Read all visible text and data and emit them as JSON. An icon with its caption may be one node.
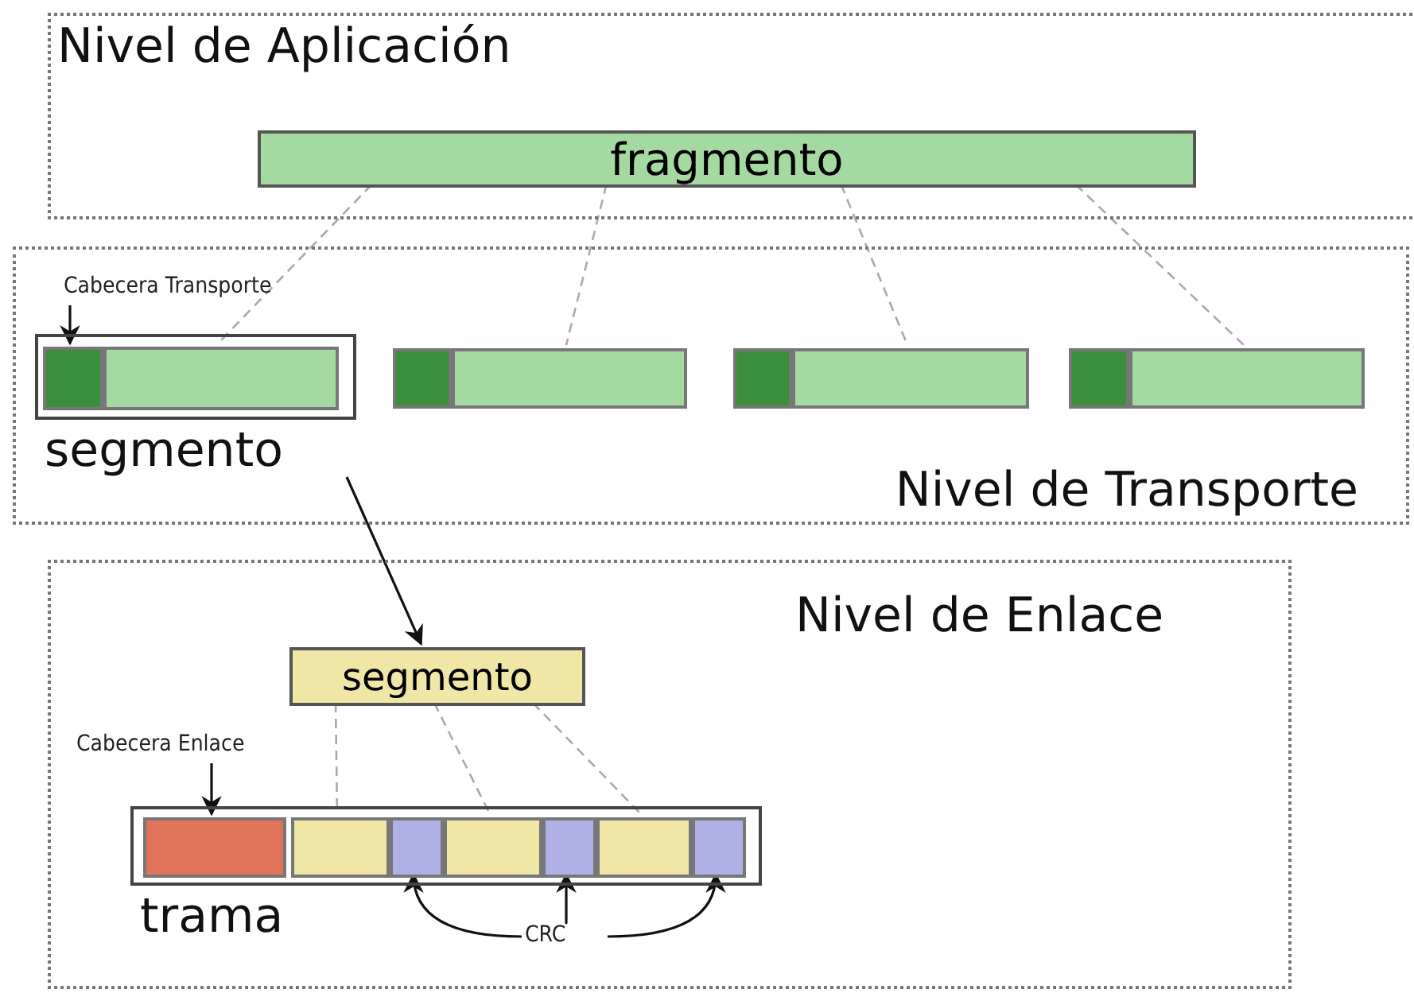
{
  "diagram": {
    "nodes": [
      {
        "text": [
          "Nivel de Aplicación"
        ]
      },
      {
        "text": [
          "fragmento"
        ],
        "in": 0
      },
      {
        "text": [
          "Nivel de Transporte"
        ]
      },
      {
        "text": [
          "Cabecera Transporte"
        ],
        "in": 2
      },
      {
        "text": [
          "segmento"
        ],
        "in": 2
      },
      {
        "text": [],
        "shape": "box",
        "in": 4
      },
      {
        "text": [],
        "shape": "box",
        "in": 4
      },
      {
        "text": [],
        "shape": "box",
        "in": 2
      },
      {
        "text": [],
        "shape": "box",
        "in": 2
      },
      {
        "text": [],
        "shape": "box",
        "in": 2
      },
      {
        "text": [],
        "shape": "box",
        "in": 2
      },
      {
        "text": [],
        "shape": "box",
        "in": 2
      },
      {
        "text": [],
        "shape": "box",
        "in": 2
      },
      {
        "text": [
          "Nivel de Enlace"
        ]
      },
      {
        "text": [
          "segmento"
        ],
        "in": 13
      },
      {
        "text": [
          "Cabecera Enlace"
        ],
        "in": 13
      },
      {
        "text": [
          "trama"
        ],
        "in": 13
      },
      {
        "text": [],
        "shape": "box",
        "in": 16
      },
      {
        "text": [],
        "shape": "box",
        "in": 16
      },
      {
        "text": [],
        "shape": "box",
        "in": 16
      },
      {
        "text": [],
        "shape": "box",
        "in": 16
      },
      {
        "text": [],
        "shape": "box",
        "in": 16
      },
      {
        "text": [],
        "shape": "box",
        "in": 16
      },
      {
        "text": [],
        "shape": "box",
        "in": 16
      },
      {
        "text": [
          "CRC"
        ],
        "in": 13
      }
    ],
    "edges": [
      {
        "from": 1,
        "to": 6,
        "arrow": "none",
        "style": "dashed",
        "color": "#aaaaaa"
      },
      {
        "from": 1,
        "to": 8,
        "arrow": "none",
        "style": "dashed",
        "color": "#aaaaaa"
      },
      {
        "from": 1,
        "to": 10,
        "arrow": "none",
        "style": "dashed",
        "color": "#aaaaaa"
      },
      {
        "from": 1,
        "to": 12,
        "arrow": "none",
        "style": "dashed",
        "color": "#aaaaaa"
      },
      {
        "from": 3,
        "to": 5,
        "arrow": "to",
        "color": "#111111"
      },
      {
        "from": 4,
        "to": 14,
        "arrow": "to",
        "color": "#111111"
      },
      {
        "from": 14,
        "to": 18,
        "arrow": "none",
        "style": "dashed",
        "color": "#aaaaaa"
      },
      {
        "from": 14,
        "to": 20,
        "arrow": "none",
        "style": "dashed",
        "color": "#aaaaaa"
      },
      {
        "from": 14,
        "to": 22,
        "arrow": "none",
        "style": "dashed",
        "color": "#aaaaaa"
      },
      {
        "from": 15,
        "to": 17,
        "arrow": "to",
        "color": "#111111"
      },
      {
        "from": 24,
        "to": 19,
        "arrow": "to",
        "color": "#111111"
      },
      {
        "from": 24,
        "to": 21,
        "arrow": "to",
        "color": "#111111"
      },
      {
        "from": 24,
        "to": 23,
        "arrow": "to",
        "color": "#111111"
      }
    ]
  }
}
